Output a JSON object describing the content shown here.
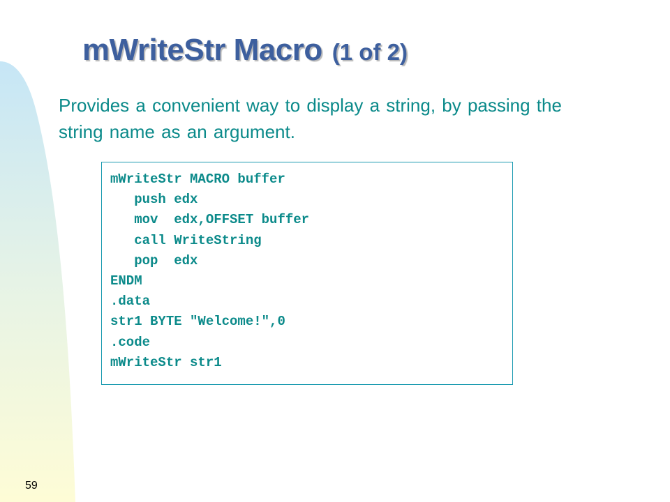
{
  "slide": {
    "title_main": "mWriteStr Macro",
    "title_sub": "(1 of 2)",
    "intro": "Provides a convenient way to display a string, by passing the string name as an argument.",
    "code_lines": [
      "mWriteStr MACRO buffer",
      "   push edx",
      "   mov  edx,OFFSET buffer",
      "   call WriteString",
      "   pop  edx",
      "ENDM",
      ".data",
      "str1 BYTE \"Welcome!\",0",
      ".code",
      "mWriteStr str1"
    ],
    "page_number": "59"
  },
  "colors": {
    "title": "#3d5f9e",
    "text": "#0b8a8a",
    "border": "#1a9ab0",
    "gradient_top": "#cce9f5",
    "gradient_bottom": "#fdfbd8"
  }
}
